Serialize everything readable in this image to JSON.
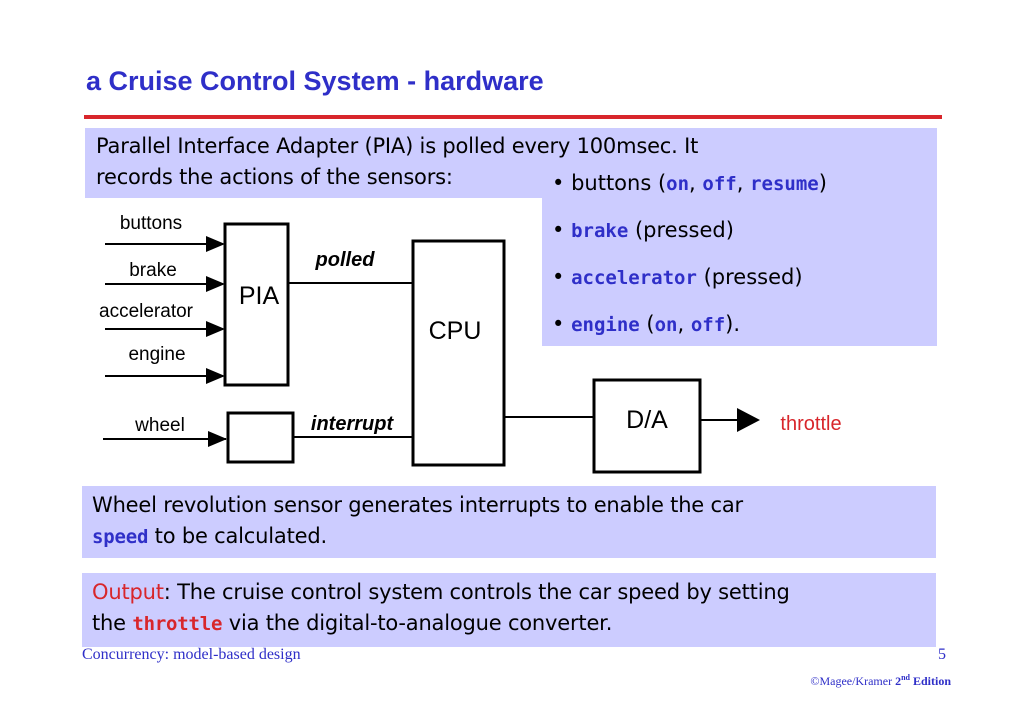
{
  "title": "a Cruise Control System - hardware",
  "colors": {
    "title": "#2f2fc8",
    "rule": "#d8262b",
    "box": "#ccccff",
    "highlight_red": "#d8262b"
  },
  "intro": {
    "line1": "Parallel Interface Adapter (PIA) is polled every 100msec. It",
    "line2": "records the actions of the sensors:"
  },
  "bullets": {
    "marker": "•",
    "b1": {
      "pre": "buttons (",
      "on": "on",
      "sep1": ", ",
      "off": "off",
      "sep2": ", ",
      "resume": "resume",
      "post": ")"
    },
    "b2": {
      "kw": "brake",
      "post": " (pressed)"
    },
    "b3": {
      "kw": "accelerator",
      "post": " (pressed)"
    },
    "b4": {
      "kw": "engine",
      "pre": " (",
      "on": "on",
      "sep": ", ",
      "off": "off",
      "post": ")."
    }
  },
  "diagram": {
    "inputs": [
      "buttons",
      "brake",
      "accelerator",
      "engine"
    ],
    "wheel": "wheel",
    "pia": "PIA",
    "cpu": "CPU",
    "da": "D/A",
    "polled": "polled",
    "interrupt": "interrupt",
    "throttle": "throttle"
  },
  "wheel_text": {
    "line1": "Wheel revolution sensor generates interrupts to enable the car",
    "kw": "speed",
    "line2_rest": " to be calculated."
  },
  "output_text": {
    "label": "Output",
    "line1_rest": ": The cruise control system controls the car speed by setting",
    "pre": "the ",
    "kw": "throttle",
    "line2_rest": " via the digital-to-analogue converter."
  },
  "footer": {
    "left": "Concurrency: model-based design",
    "page": "5",
    "copyright": "©Magee/Kramer",
    "edition_num": "2",
    "edition_sup": "nd",
    "edition_word": "Edition"
  }
}
